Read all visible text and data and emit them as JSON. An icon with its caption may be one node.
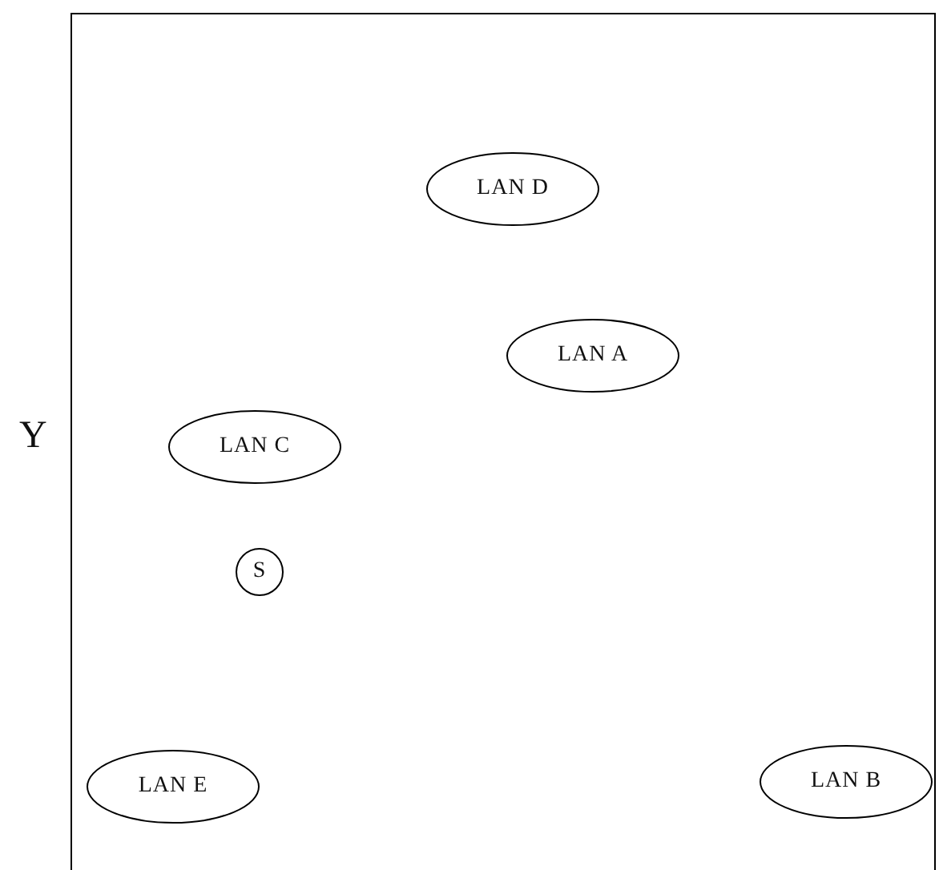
{
  "diagram": {
    "nodes": [
      {
        "text": [
          "LAN D"
        ]
      },
      {
        "text": [
          "LAN A"
        ]
      },
      {
        "text": [
          "LAN C"
        ]
      },
      {
        "text": [
          "S"
        ]
      },
      {
        "text": [
          "LAN E"
        ]
      },
      {
        "text": [
          "LAN B"
        ]
      }
    ],
    "labels": [
      "Y"
    ]
  }
}
